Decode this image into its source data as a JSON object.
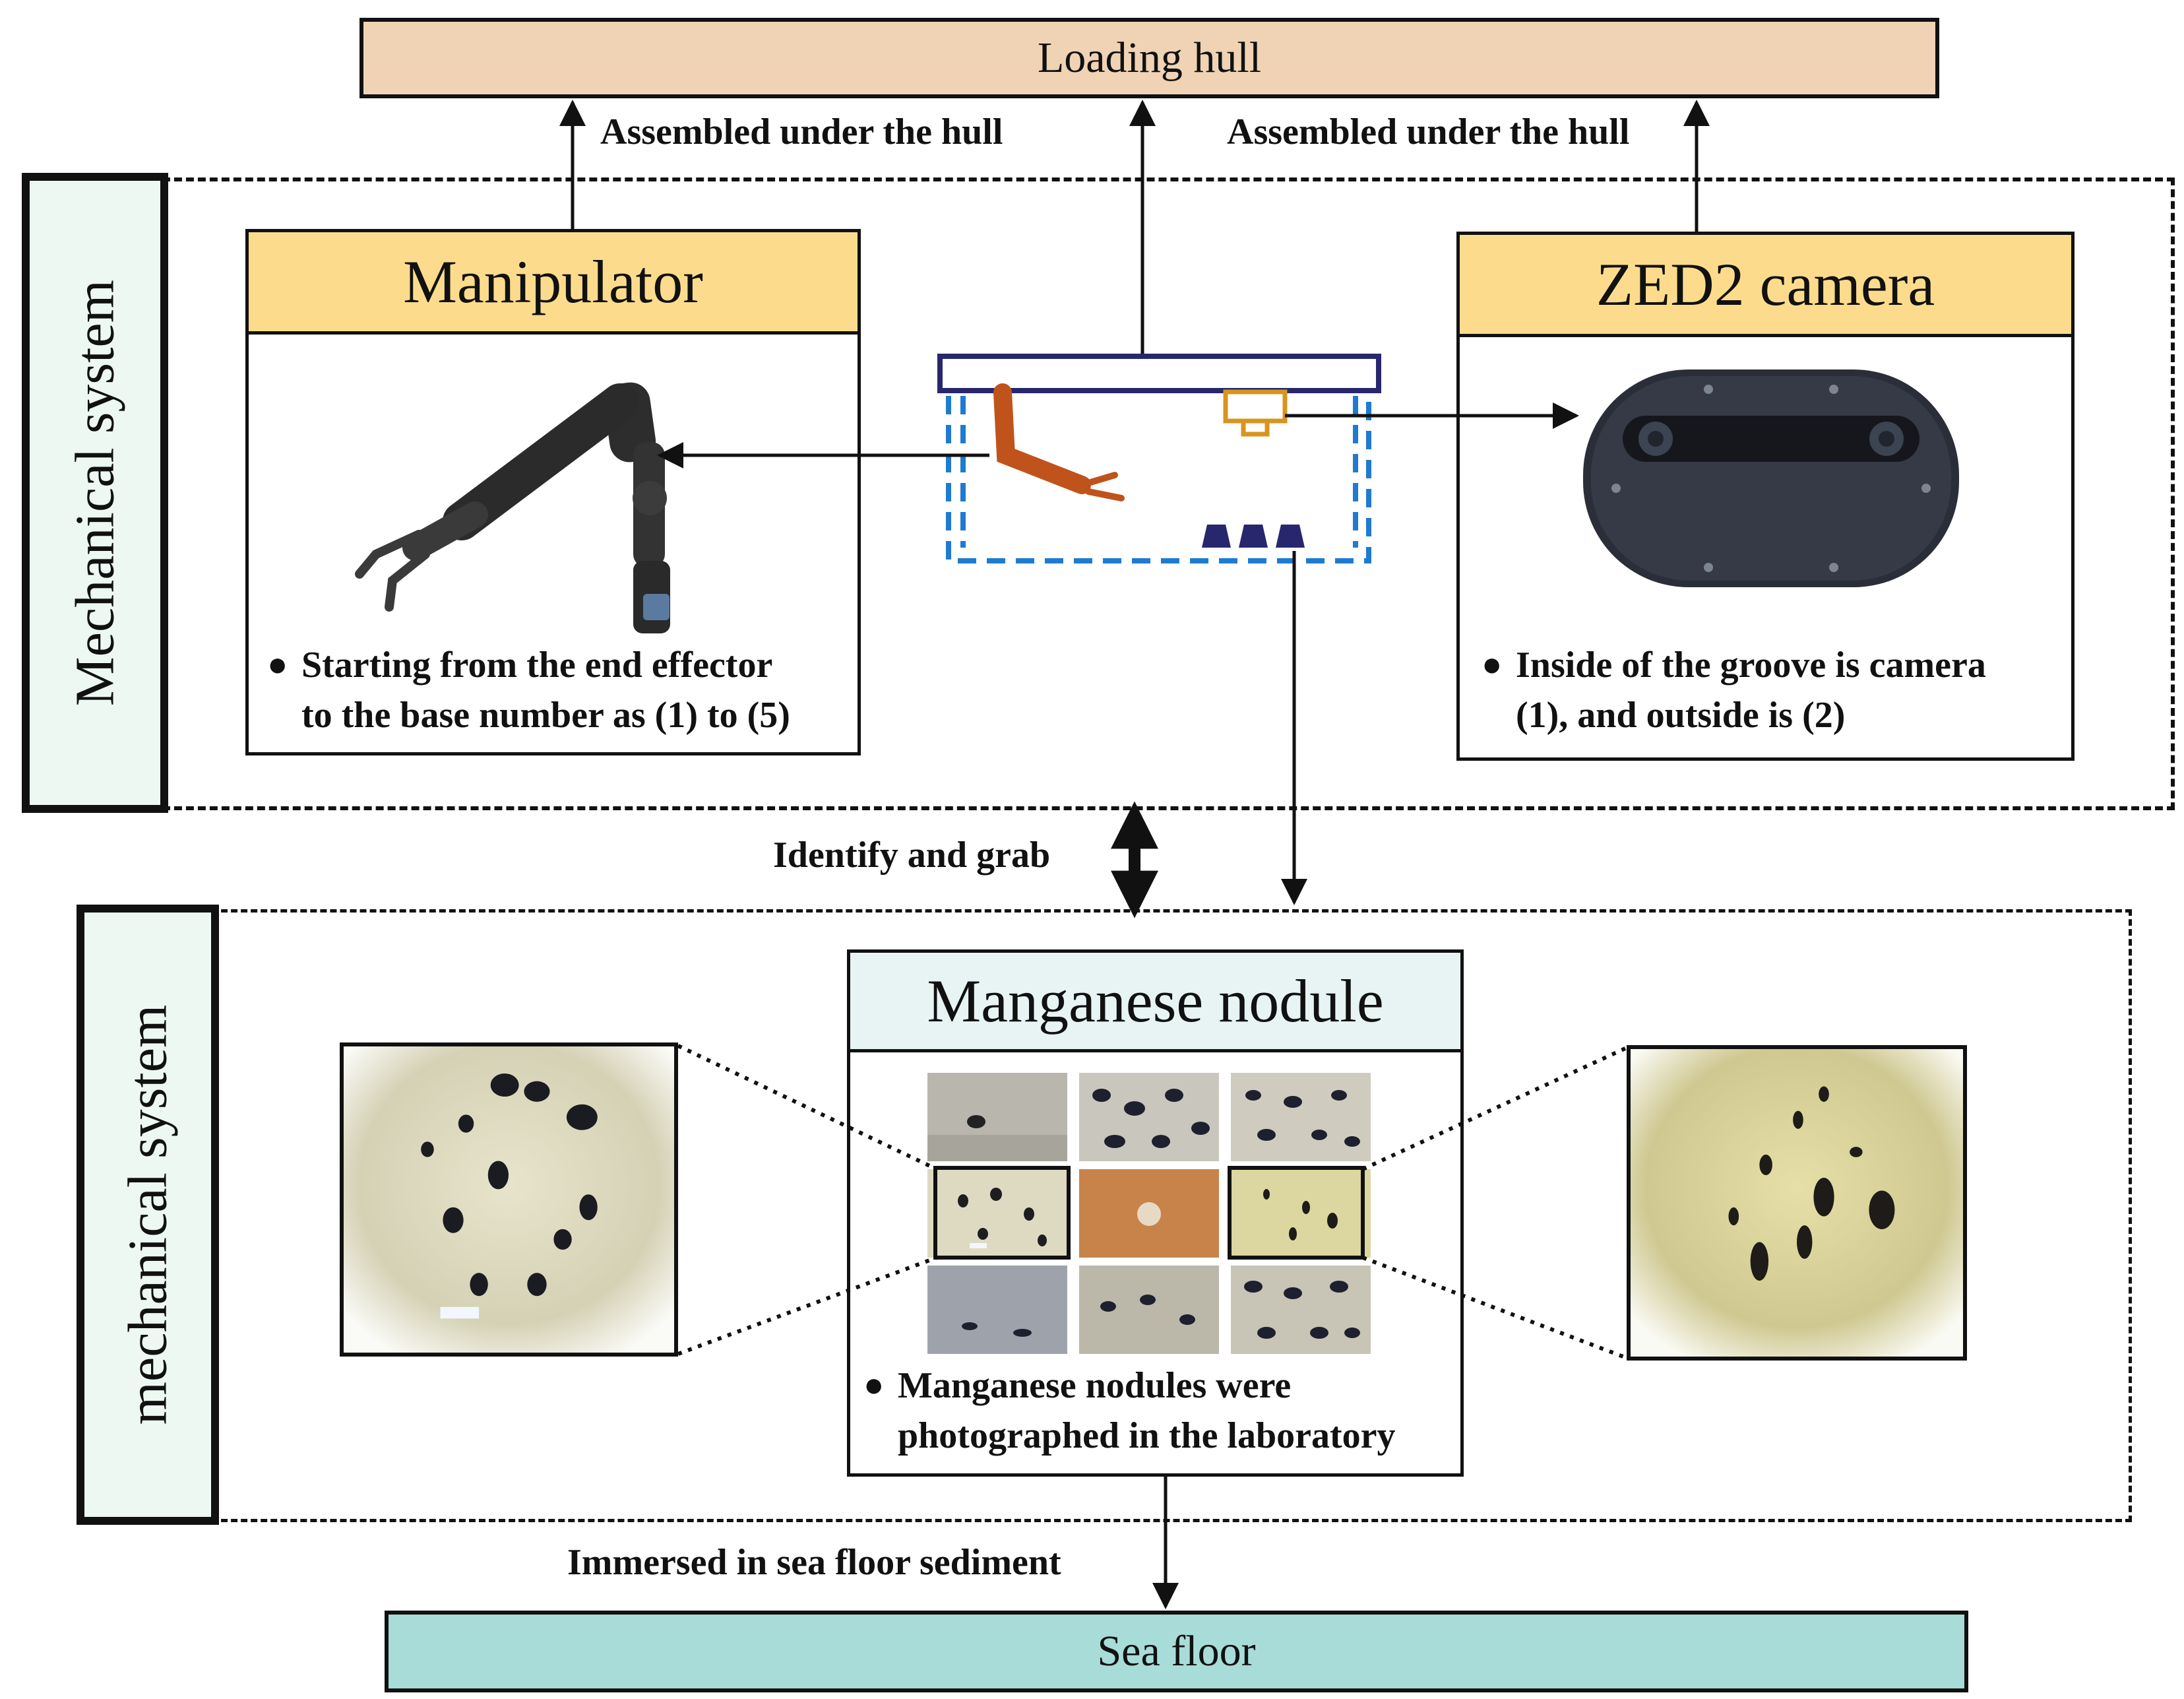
{
  "top_bar": {
    "label": "Loading  hull"
  },
  "bottom_bar": {
    "label": "Sea floor"
  },
  "side_labels": {
    "upper": "Mechanical system",
    "lower": "mechanical system"
  },
  "manipulator": {
    "title": "Manipulator",
    "note_line1": "Starting from the end effector",
    "note_line2": "to the base number as (1) to (5)"
  },
  "camera": {
    "title": "ZED2  camera",
    "note_line1": "Inside of the groove is camera",
    "note_line2": "(1), and  outside is (2)"
  },
  "nodule": {
    "title": "Manganese nodule",
    "note_line1": "Manganese nodules were",
    "note_line2": "photographed in the laboratory"
  },
  "edges": {
    "assembled_left": "Assembled under the hull",
    "assembled_right": "Assembled under the hull",
    "identify": "Identify and grab",
    "immersed": "Immersed in sea floor sediment"
  },
  "bullet": "●",
  "colors": {
    "hull_bar": "#f0d3b4",
    "sea_bar": "#a8dcd8",
    "panel_header": "#fcdc8c",
    "nodule_header": "#e7f4f3",
    "side_label_fill": "#edf8f3",
    "arm_orange": "#c0531c",
    "camera_gold": "#d8941e",
    "hull_navy": "#28276e",
    "frame_blue": "#1f7bd0"
  }
}
